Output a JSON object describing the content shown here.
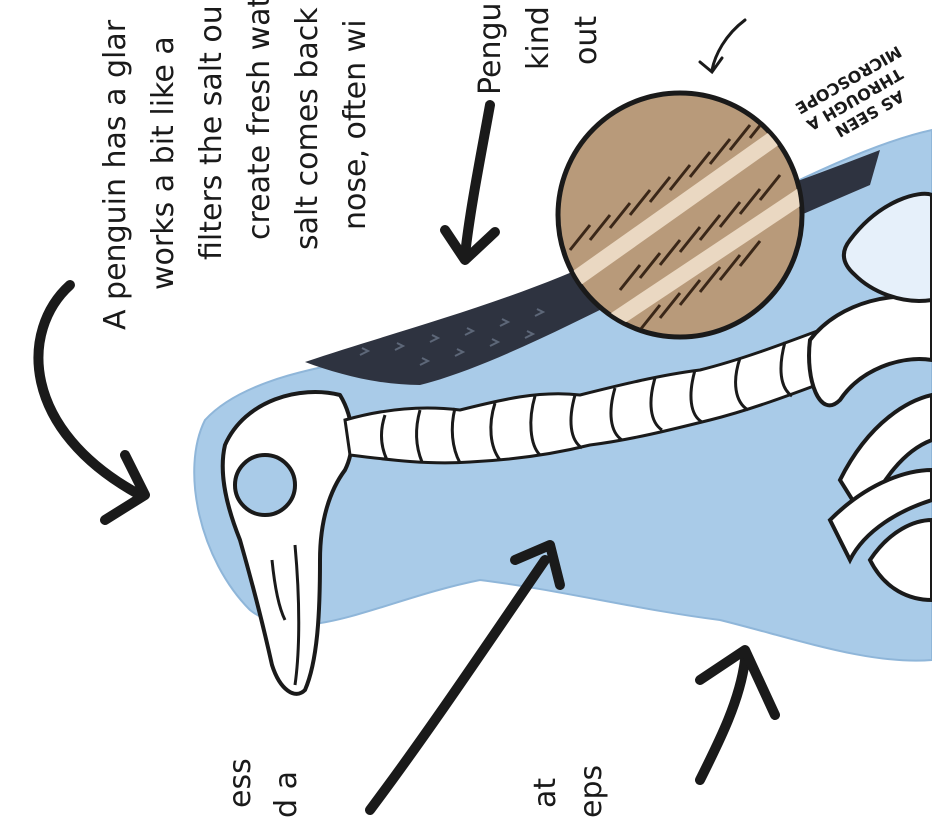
{
  "captions": {
    "gland_lines": [
      "A penguin has a glar",
      "works a bit like a",
      "filters the salt ou",
      "create fresh water!",
      "salt comes back",
      "nose, often wi"
    ],
    "feather_lines": [
      "Pengu",
      "kind",
      "out"
    ],
    "microscope_lines": [
      "AS SEEN",
      "THROUGH A",
      "MICROSCOPE"
    ],
    "bottom_left_lines": [
      "ess",
      "d a"
    ],
    "bottom_right_lines": [
      "at",
      "eps"
    ]
  },
  "colors": {
    "body_blue": "#a9cbe8",
    "body_blue_light": "#cfe2f3",
    "feathers_dark": "#2e3340",
    "feather_tan": "#b89a7a",
    "feather_brown": "#5a3e2b",
    "bone": "#ffffff",
    "ink": "#1a1a1a"
  }
}
